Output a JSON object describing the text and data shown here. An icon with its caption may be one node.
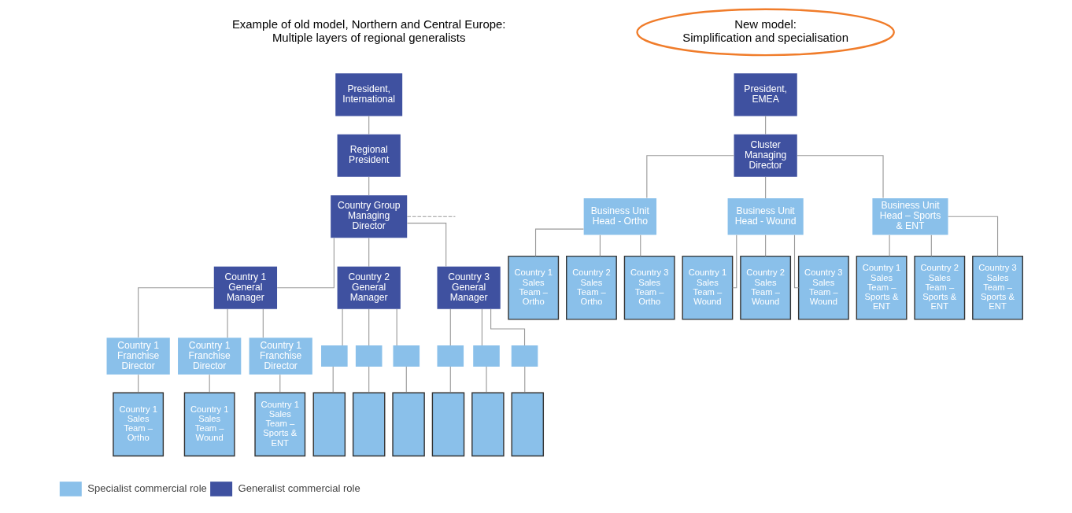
{
  "diagram": {
    "nodes": [
      {
        "text": [
          "President, International"
        ]
      },
      {
        "text": [
          "Regional President"
        ]
      },
      {
        "text": [
          "Country Group Managing Director"
        ]
      },
      {
        "text": [
          "Country 1 General Manager"
        ]
      },
      {
        "text": [
          "Country 2 General Manager"
        ]
      },
      {
        "text": [
          "Country 3 General Manager"
        ]
      },
      {
        "text": [
          "Country 1 Franchise Director"
        ]
      },
      {
        "text": [
          "Country 1 Franchise Director"
        ]
      },
      {
        "text": [
          "Country 1 Franchise Director"
        ]
      },
      {
        "text": [
          "Country 1 Sales Team – Ortho"
        ]
      },
      {
        "text": [
          "Country 1 Sales Team – Wound"
        ]
      },
      {
        "text": [
          "Country 1 Sales Team – Sports & ENT"
        ]
      },
      {
        "text": [],
        "shape": "box"
      },
      {
        "text": [],
        "shape": "box"
      },
      {
        "text": [],
        "shape": "box"
      },
      {
        "text": [],
        "shape": "box"
      },
      {
        "text": [],
        "shape": "box"
      },
      {
        "text": [],
        "shape": "box"
      },
      {
        "text": [],
        "shape": "box"
      },
      {
        "text": [],
        "shape": "box"
      },
      {
        "text": [],
        "shape": "box"
      },
      {
        "text": [],
        "shape": "box"
      },
      {
        "text": [],
        "shape": "box"
      },
      {
        "text": [],
        "shape": "box"
      },
      {
        "text": [
          "New model: Simplification and specialisation"
        ]
      },
      {
        "text": [
          "President, EMEA"
        ]
      },
      {
        "text": [
          "Cluster Managing Director"
        ]
      },
      {
        "text": [
          "Business Unit Head - Ortho"
        ]
      },
      {
        "text": [
          "Business Unit Head - Wound"
        ]
      },
      {
        "text": [
          "Business Unit Head – Sports & ENT"
        ]
      },
      {
        "text": [
          "Country 1 Sales Team – Ortho"
        ]
      },
      {
        "text": [
          "Country 2 Sales Team – Ortho"
        ]
      },
      {
        "text": [
          "Country 3 Sales Team – Ortho"
        ]
      },
      {
        "text": [
          "Country 1 Sales Team – Wound"
        ]
      },
      {
        "text": [
          "Country 2 Sales Team – Wound"
        ]
      },
      {
        "text": [
          "Country 3 Sales Team – Wound"
        ]
      },
      {
        "text": [
          "Country 1 Sales Team – Sports & ENT"
        ]
      },
      {
        "text": [
          "Country 2 Sales Team – Sports & ENT"
        ]
      },
      {
        "text": [
          "Country 3 Sales Team – Sports & ENT"
        ]
      }
    ],
    "edges": [
      {
        "from": 0,
        "to": 1,
        "arrow": "none"
      },
      {
        "from": 1,
        "to": 2,
        "arrow": "none"
      },
      {
        "from": 2,
        "to": 3,
        "arrow": "none"
      },
      {
        "from": 2,
        "to": 4,
        "arrow": "none"
      },
      {
        "from": 2,
        "to": 5,
        "arrow": "none"
      },
      {
        "from": 2,
        "to": null,
        "arrow": "none",
        "style": "dashed"
      },
      {
        "from": 3,
        "to": 6,
        "arrow": "none"
      },
      {
        "from": 3,
        "to": 7,
        "arrow": "none"
      },
      {
        "from": 3,
        "to": 8,
        "arrow": "none"
      },
      {
        "from": 6,
        "to": 9,
        "arrow": "none"
      },
      {
        "from": 7,
        "to": 10,
        "arrow": "none"
      },
      {
        "from": 8,
        "to": 11,
        "arrow": "none"
      },
      {
        "from": 4,
        "to": 12,
        "arrow": "none"
      },
      {
        "from": 4,
        "to": 13,
        "arrow": "none"
      },
      {
        "from": 4,
        "to": 14,
        "arrow": "none"
      },
      {
        "from": 5,
        "to": 15,
        "arrow": "none"
      },
      {
        "from": 5,
        "to": 16,
        "arrow": "none"
      },
      {
        "from": 5,
        "to": 17,
        "arrow": "none"
      },
      {
        "from": 12,
        "to": 18,
        "arrow": "none"
      },
      {
        "from": 13,
        "to": 19,
        "arrow": "none"
      },
      {
        "from": 14,
        "to": 20,
        "arrow": "none"
      },
      {
        "from": 15,
        "to": 21,
        "arrow": "none"
      },
      {
        "from": 16,
        "to": 22,
        "arrow": "none"
      },
      {
        "from": 17,
        "to": 23,
        "arrow": "none"
      },
      {
        "from": 25,
        "to": 26,
        "arrow": "none"
      },
      {
        "from": 26,
        "to": 27,
        "arrow": "none"
      },
      {
        "from": 26,
        "to": 28,
        "arrow": "none"
      },
      {
        "from": 26,
        "to": 29,
        "arrow": "none"
      },
      {
        "from": 27,
        "to": 30,
        "arrow": "none"
      },
      {
        "from": 27,
        "to": 31,
        "arrow": "none"
      },
      {
        "from": 27,
        "to": 32,
        "arrow": "none"
      },
      {
        "from": 28,
        "to": 33,
        "arrow": "none"
      },
      {
        "from": 28,
        "to": 34,
        "arrow": "none"
      },
      {
        "from": 28,
        "to": 35,
        "arrow": "none"
      },
      {
        "from": 29,
        "to": 36,
        "arrow": "none"
      },
      {
        "from": 29,
        "to": 37,
        "arrow": "none"
      },
      {
        "from": 29,
        "to": 38,
        "arrow": "none"
      }
    ],
    "labels": [
      "Example of old model, Northern and Central Europe: Multiple layers of regional generalists"
    ],
    "legend": [
      {
        "text": "Specialist commercial role",
        "color": "#8ac0ea"
      },
      {
        "text": "Generalist commercial role",
        "color": "#3f51a0"
      }
    ]
  }
}
